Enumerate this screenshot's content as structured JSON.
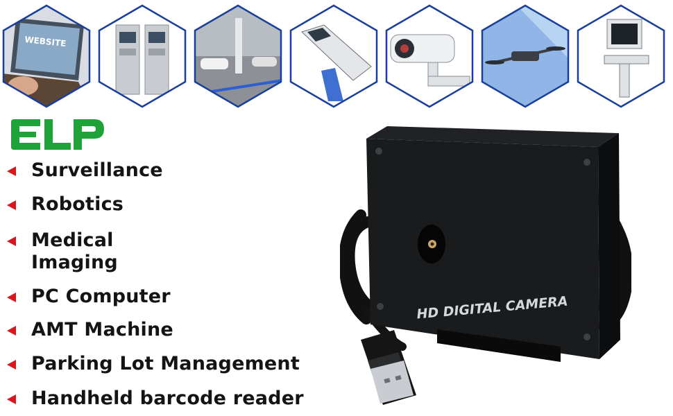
{
  "scenes": [
    {
      "name": "laptop-website",
      "screen_text": "WEBSITE"
    },
    {
      "name": "atm-machine"
    },
    {
      "name": "parking-lot"
    },
    {
      "name": "barcode-scanner"
    },
    {
      "name": "security-camera"
    },
    {
      "name": "drone"
    },
    {
      "name": "medical-device"
    }
  ],
  "brand": {
    "logo_text": "ELP",
    "color": "#1fa23a"
  },
  "features": [
    {
      "label": "Surveillance"
    },
    {
      "label": "Robotics"
    },
    {
      "label": "Medical",
      "label2": "Imaging"
    },
    {
      "label": "PC Computer"
    },
    {
      "label": "AMT Machine"
    },
    {
      "label": "Parking Lot Management"
    },
    {
      "label": "Handheld barcode reader"
    }
  ],
  "camera": {
    "label": "HD DIGITAL CAMERA"
  },
  "colors": {
    "accent": "#d9161c",
    "text": "#141414",
    "hex_border": "#1a3f9a"
  }
}
